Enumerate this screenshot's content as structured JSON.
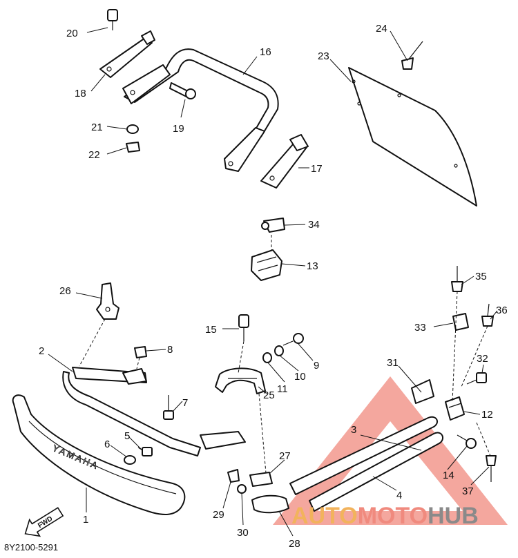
{
  "diagram": {
    "part_code": "8Y2100-5291",
    "fwd_label": "FWD",
    "brand_emboss": "YAMAHA",
    "callouts": [
      "1",
      "2",
      "3",
      "4",
      "5",
      "6",
      "7",
      "8",
      "9",
      "10",
      "11",
      "12",
      "13",
      "14",
      "15",
      "16",
      "17",
      "18",
      "19",
      "20",
      "21",
      "22",
      "23",
      "24",
      "25",
      "26",
      "27",
      "28",
      "29",
      "30",
      "31",
      "32",
      "33",
      "34",
      "35",
      "36",
      "37"
    ]
  },
  "watermark": {
    "text_part1": "AUTO",
    "text_part2": "MOTO",
    "text_part3": "HUB",
    "colors": {
      "red": "#f08a7e",
      "orange": "#f2b35c",
      "grey": "#8a8a8a"
    }
  }
}
